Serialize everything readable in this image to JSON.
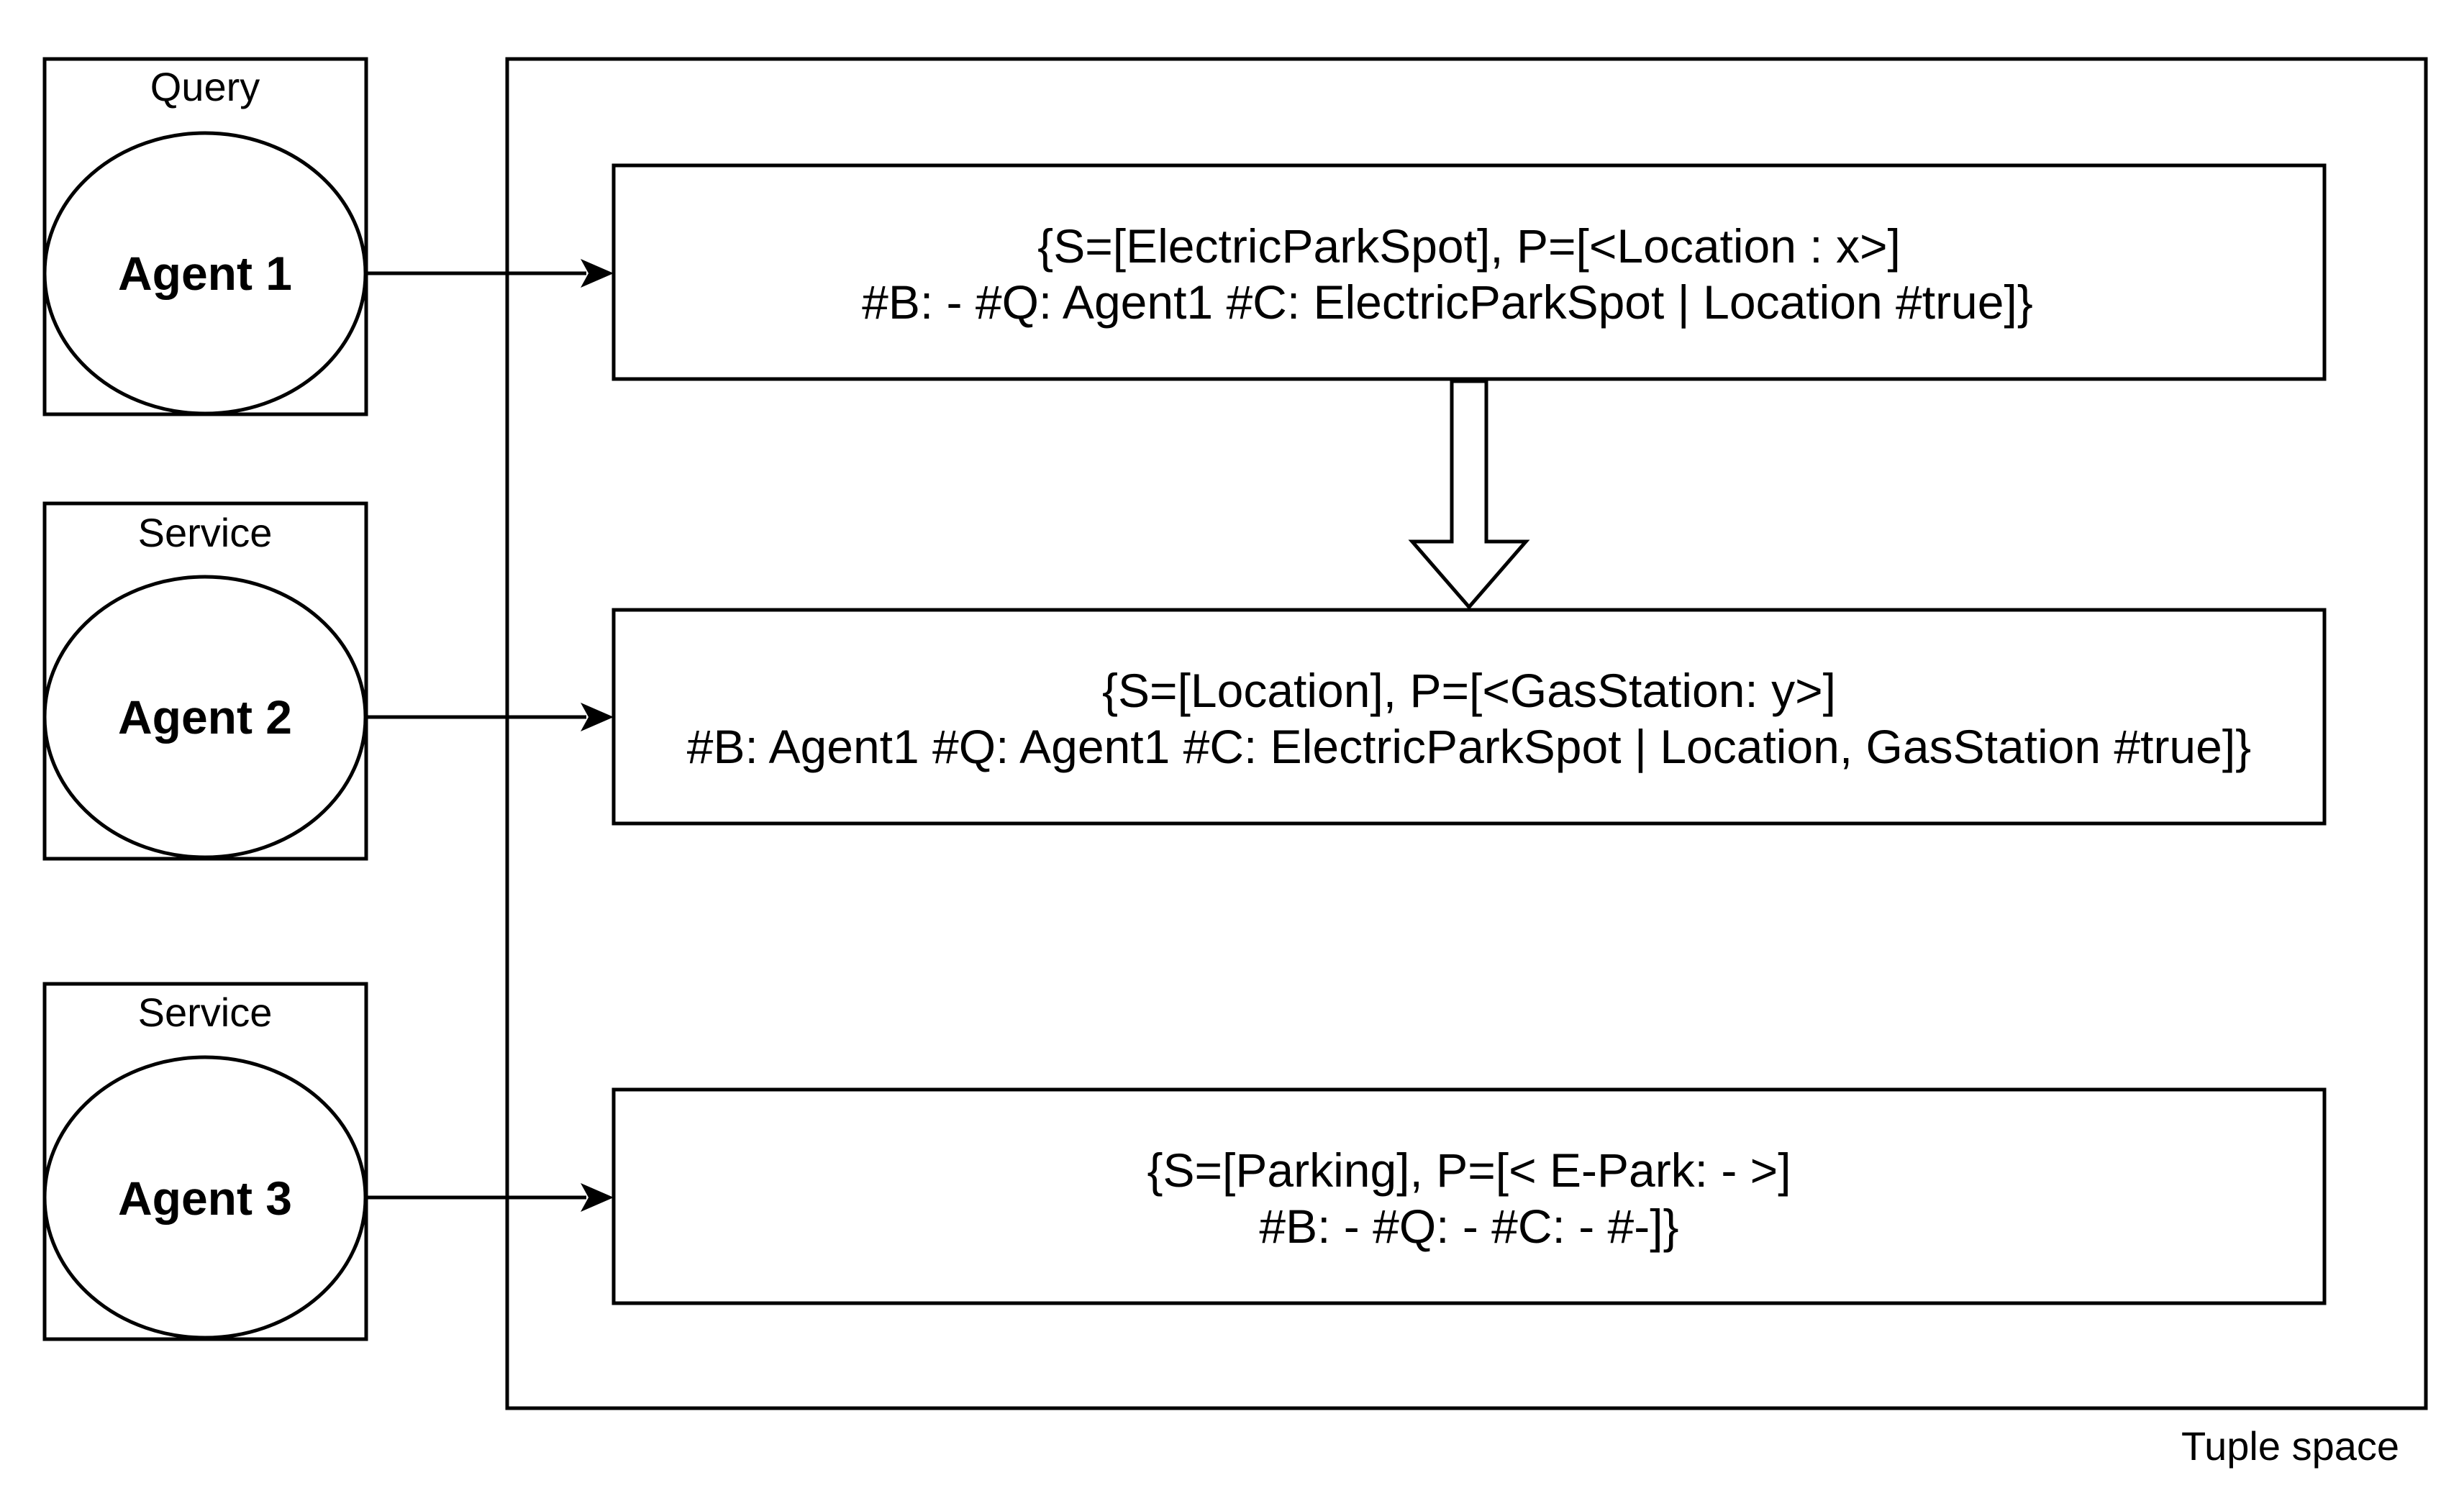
{
  "agents": [
    {
      "role": "Query",
      "name": "Agent 1"
    },
    {
      "role": "Service",
      "name": "Agent 2"
    },
    {
      "role": "Service",
      "name": "Agent 3"
    }
  ],
  "tuples": [
    {
      "line1": "{S=[ElectricParkSpot], P=[<Location : x>]",
      "line2": "#B: - #Q: Agent1 #C: ElectricParkSpot | Location #true]}"
    },
    {
      "line1": "{S=[Location], P=[<GasStation: y>]",
      "line2": "#B: Agent1 #Q: Agent1 #C: ElectricParkSpot | Location, GasStation #true]}"
    },
    {
      "line1": "{S=[Parking], P=[< E-Park: - >]",
      "line2": "#B: - #Q: - #C: -  #-]}"
    }
  ],
  "tuple_space": {
    "label": "Tuple space"
  }
}
